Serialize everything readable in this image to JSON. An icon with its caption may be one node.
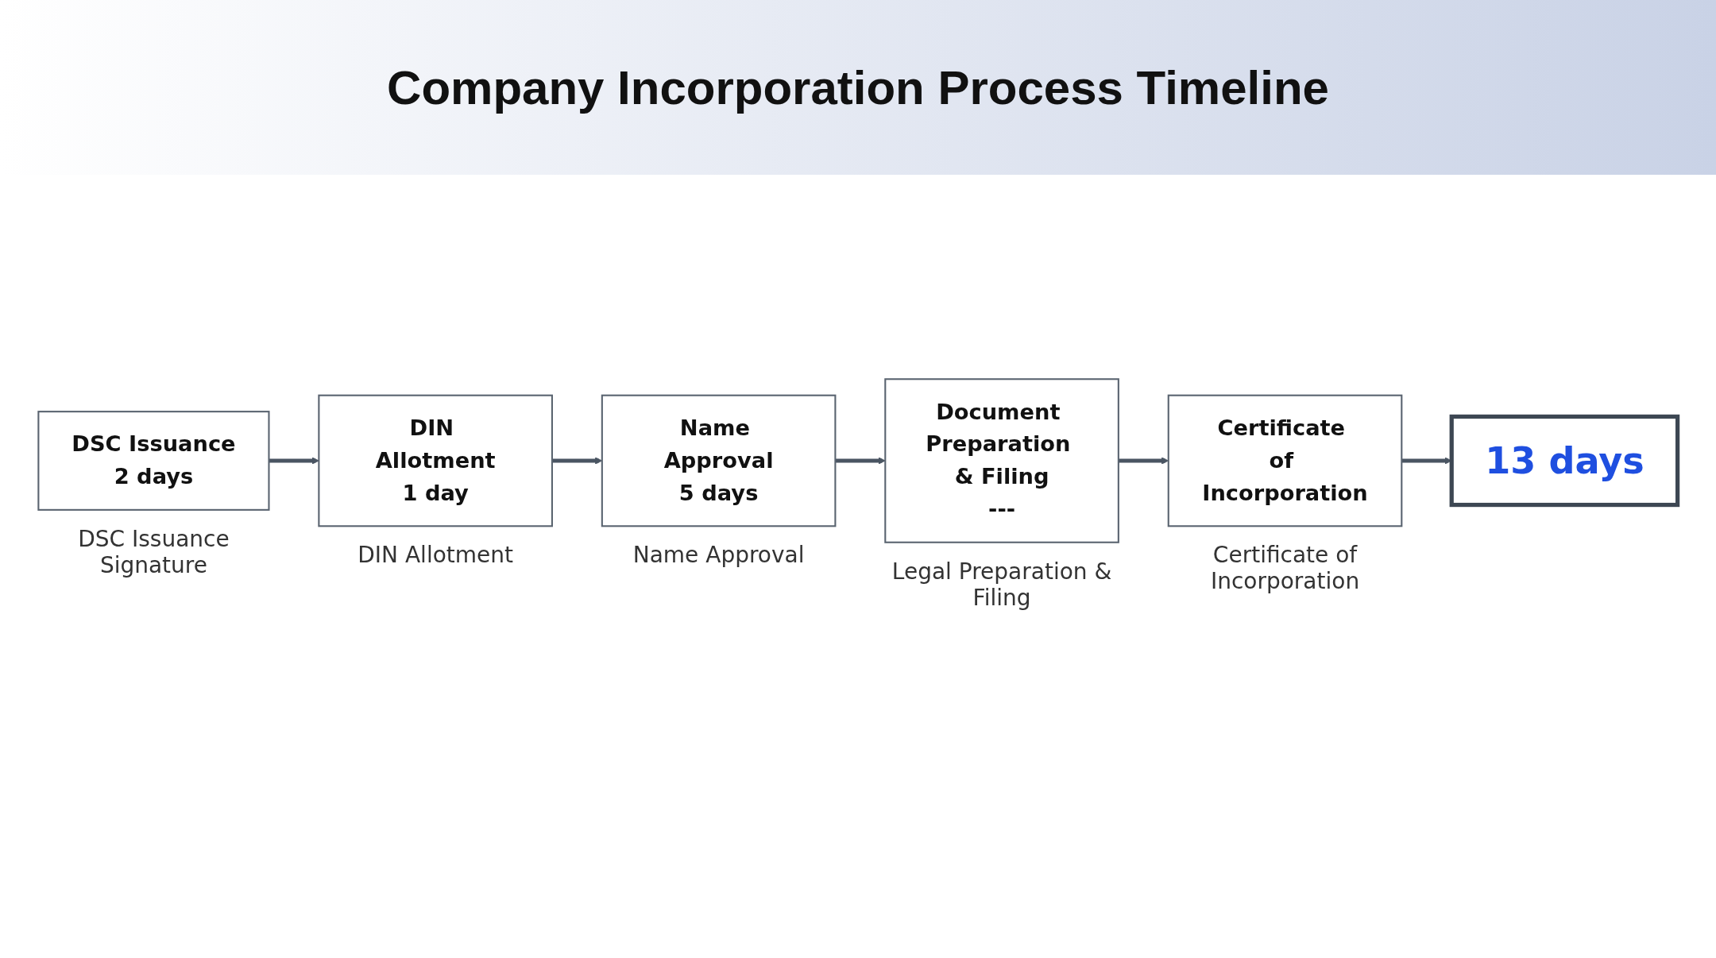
{
  "diagram": {
    "title": "Company Incorporation Process Timeline",
    "nodes": [
      {
        "text": [
          "DSC Issuance",
          "2 days"
        ],
        "beside": [
          "DSC Issuance Signature"
        ]
      },
      {
        "text": [
          "DIN Allotment",
          "1 day"
        ],
        "beside": [
          "DIN Allotment"
        ]
      },
      {
        "text": [
          "Name Approval",
          "5 days"
        ],
        "beside": [
          "Name Approval"
        ]
      },
      {
        "text": [
          "Document Preparation & Filing",
          "---"
        ],
        "beside": [
          "Legal Preparation & Filing"
        ]
      },
      {
        "text": [
          "Certificate of Incorporation"
        ],
        "beside": [
          "Certificate of Incorporation"
        ]
      },
      {
        "text": [
          "13 days"
        ]
      }
    ],
    "edges": [
      {
        "from": 0,
        "to": 1,
        "arrow": "to"
      },
      {
        "from": 1,
        "to": 2,
        "arrow": "to"
      },
      {
        "from": 2,
        "to": 3,
        "arrow": "to"
      },
      {
        "from": 3,
        "to": 4,
        "arrow": "to"
      },
      {
        "from": 4,
        "to": 5,
        "arrow": "to"
      }
    ]
  }
}
